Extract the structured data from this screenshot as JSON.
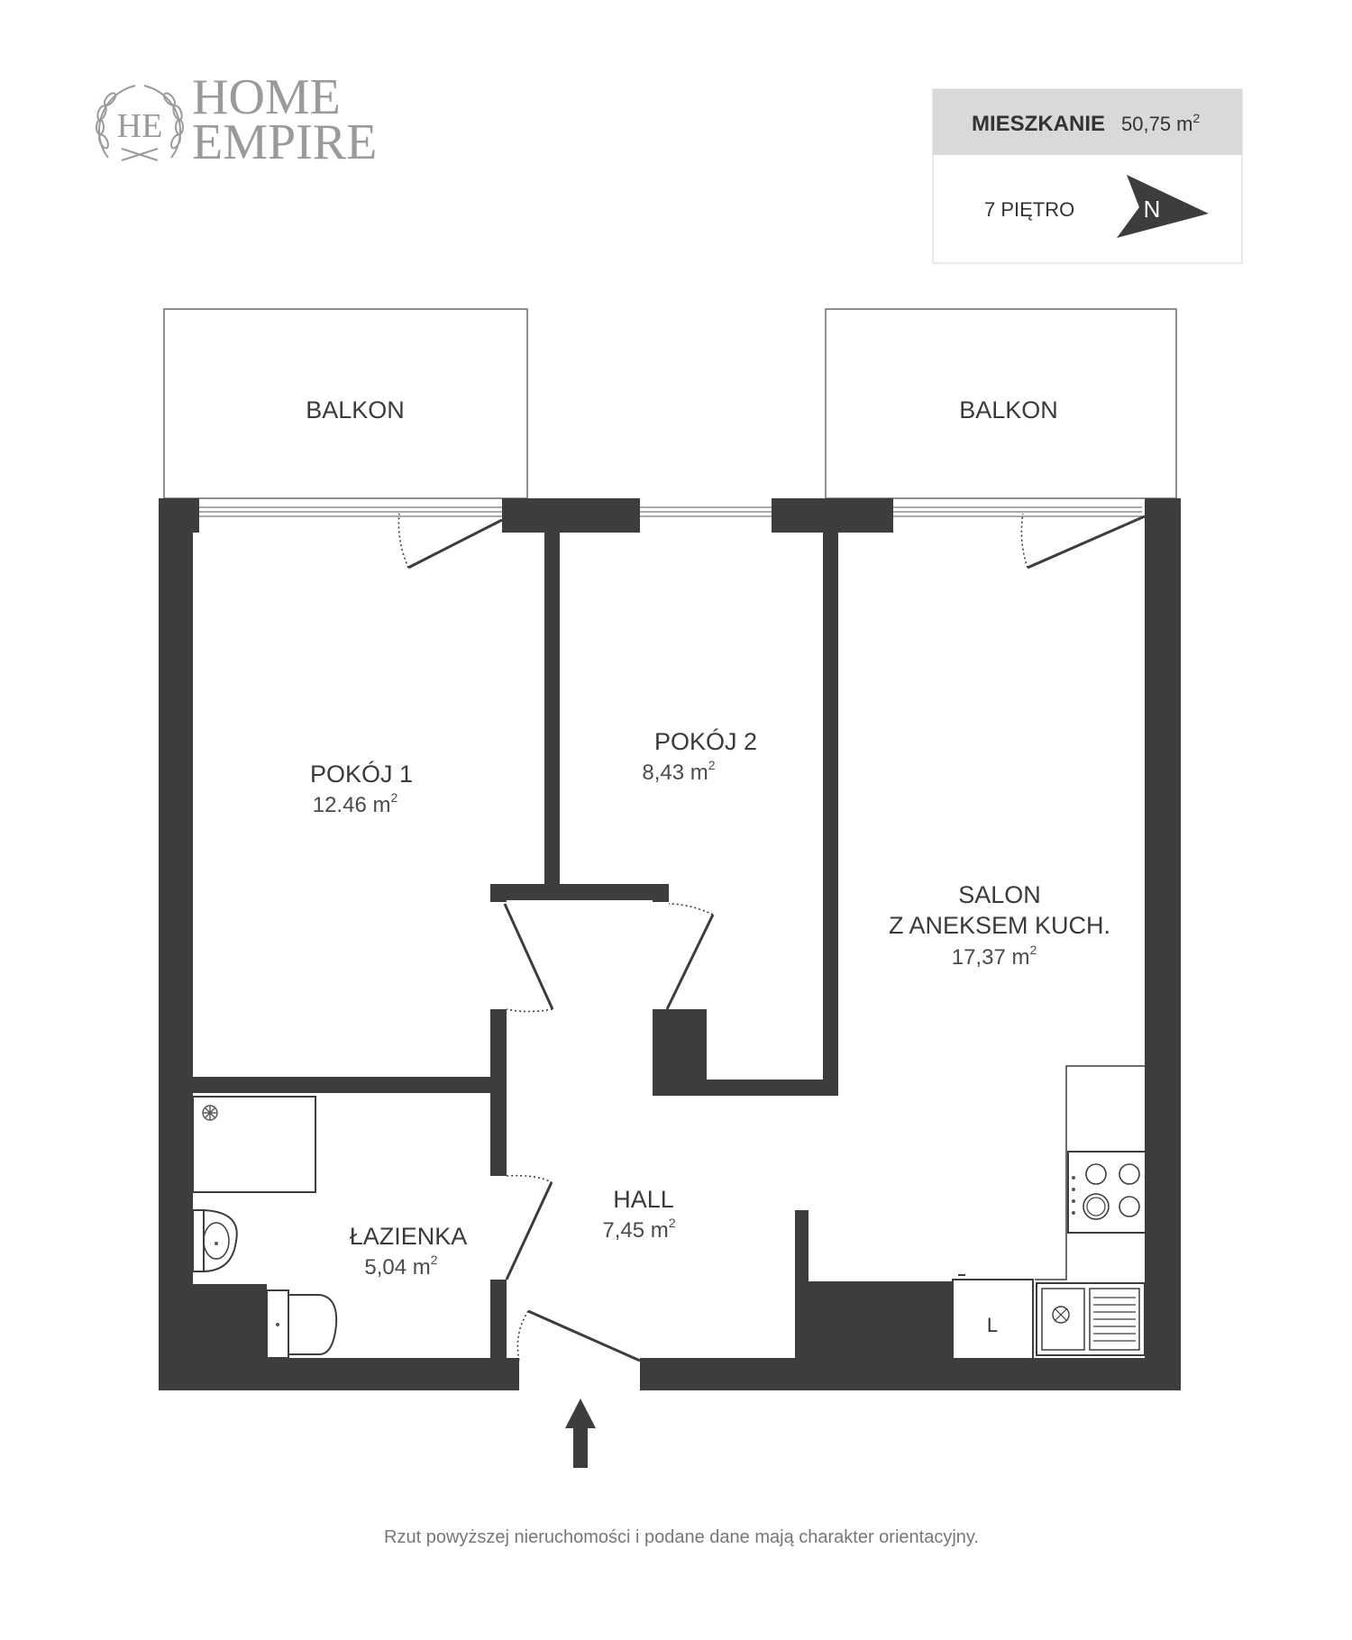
{
  "logo": {
    "monogram": "HE",
    "line1": "HOME",
    "line2": "EMPIRE"
  },
  "info_box": {
    "title": "MIESZKANIE",
    "area": "50,75 m",
    "area_sup": "2",
    "floor": "7 PIĘTRO",
    "compass_letter": "N"
  },
  "rooms": {
    "balkon_left": {
      "name": "BALKON"
    },
    "balkon_right": {
      "name": "BALKON"
    },
    "pokoj1": {
      "name": "POKÓJ 1",
      "area": "12.46 m",
      "sup": "2"
    },
    "pokoj2": {
      "name": "POKÓJ 2",
      "area": "8,43 m",
      "sup": "2"
    },
    "salon": {
      "name_line1": "SALON",
      "name_line2": "Z ANEKSEM KUCH.",
      "area": "17,37 m",
      "sup": "2"
    },
    "lazienka": {
      "name": "ŁAZIENKA",
      "area": "5,04 m",
      "sup": "2"
    },
    "hall": {
      "name": "HALL",
      "area": "7,45 m",
      "sup": "2"
    }
  },
  "fridge_label": "L",
  "footer": "Rzut powyższej nieruchomości i podane dane mają charakter orientacyjny.",
  "colors": {
    "wall": "#3d3d3d",
    "info_header_bg": "#d9d9d9",
    "logo": "#9a9a9a"
  },
  "icons": [
    "laurel-wreath-icon",
    "north-arrow-icon",
    "entrance-arrow-icon",
    "drain-icon",
    "cooktop-icon",
    "sink-icon"
  ]
}
